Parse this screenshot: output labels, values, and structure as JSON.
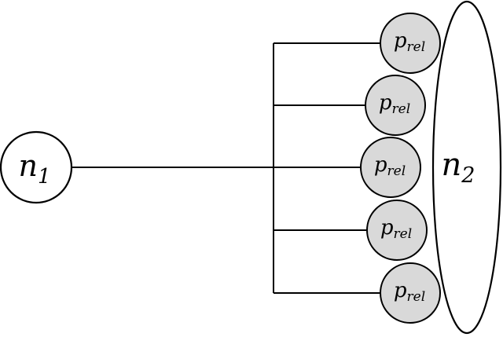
{
  "nodes": {
    "n1": {
      "base": "n",
      "sub": "1"
    },
    "n2": {
      "base": "n",
      "sub": "2"
    }
  },
  "relays": [
    {
      "base": "p",
      "sub": "rel"
    },
    {
      "base": "p",
      "sub": "rel"
    },
    {
      "base": "p",
      "sub": "rel"
    },
    {
      "base": "p",
      "sub": "rel"
    },
    {
      "base": "p",
      "sub": "rel"
    }
  ],
  "colors": {
    "stroke": "#000000",
    "relay_fill": "#d9d9d9",
    "node_fill": "#ffffff"
  }
}
